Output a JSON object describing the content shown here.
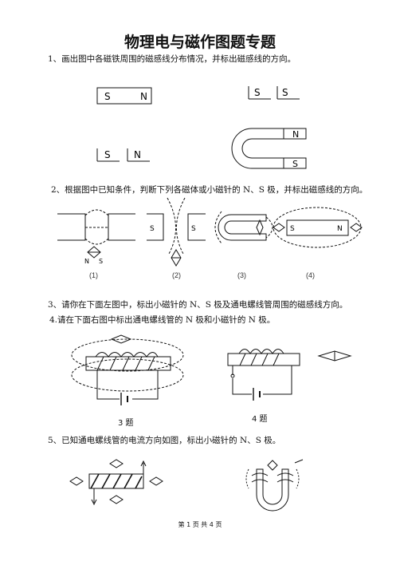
{
  "title": "物理电与磁作图题专题",
  "q1": {
    "text": "1、画出图中各磁铁周围的磁感线分布情况，并标出磁感线的方向。",
    "magnets": {
      "bar1": [
        "S",
        "N"
      ],
      "bar2": [
        "S",
        "S"
      ],
      "bar3": [
        "S",
        "N"
      ],
      "u_magnet": [
        "N",
        "S"
      ]
    }
  },
  "q2": {
    "text": "2、根据图中已知条件，判断下列各磁体或小磁针的 N、S 极，并标出磁感线的方向。",
    "needle_labels": [
      "N",
      "S"
    ],
    "pole_labels": [
      "S",
      "S"
    ],
    "bar4": [
      "S",
      "N"
    ],
    "sub_labels": [
      "(1)",
      "(2)",
      "(3)",
      "(4)"
    ]
  },
  "q3": {
    "text": "3、请你在下面左图中，标出小磁针的 N、S 极及通电螺线管周围的磁感线方向。"
  },
  "q4": {
    "text": "4.请在下面右图中标出通电螺线管的 N 极和小磁针的 N 极。"
  },
  "captions": {
    "left": "3 题",
    "right": "4 题"
  },
  "q5": {
    "text": "5、已知通电螺线管的电流方向如图，标出小磁针的 N、S 极。"
  },
  "footer": "第 1 页 共 4 页"
}
